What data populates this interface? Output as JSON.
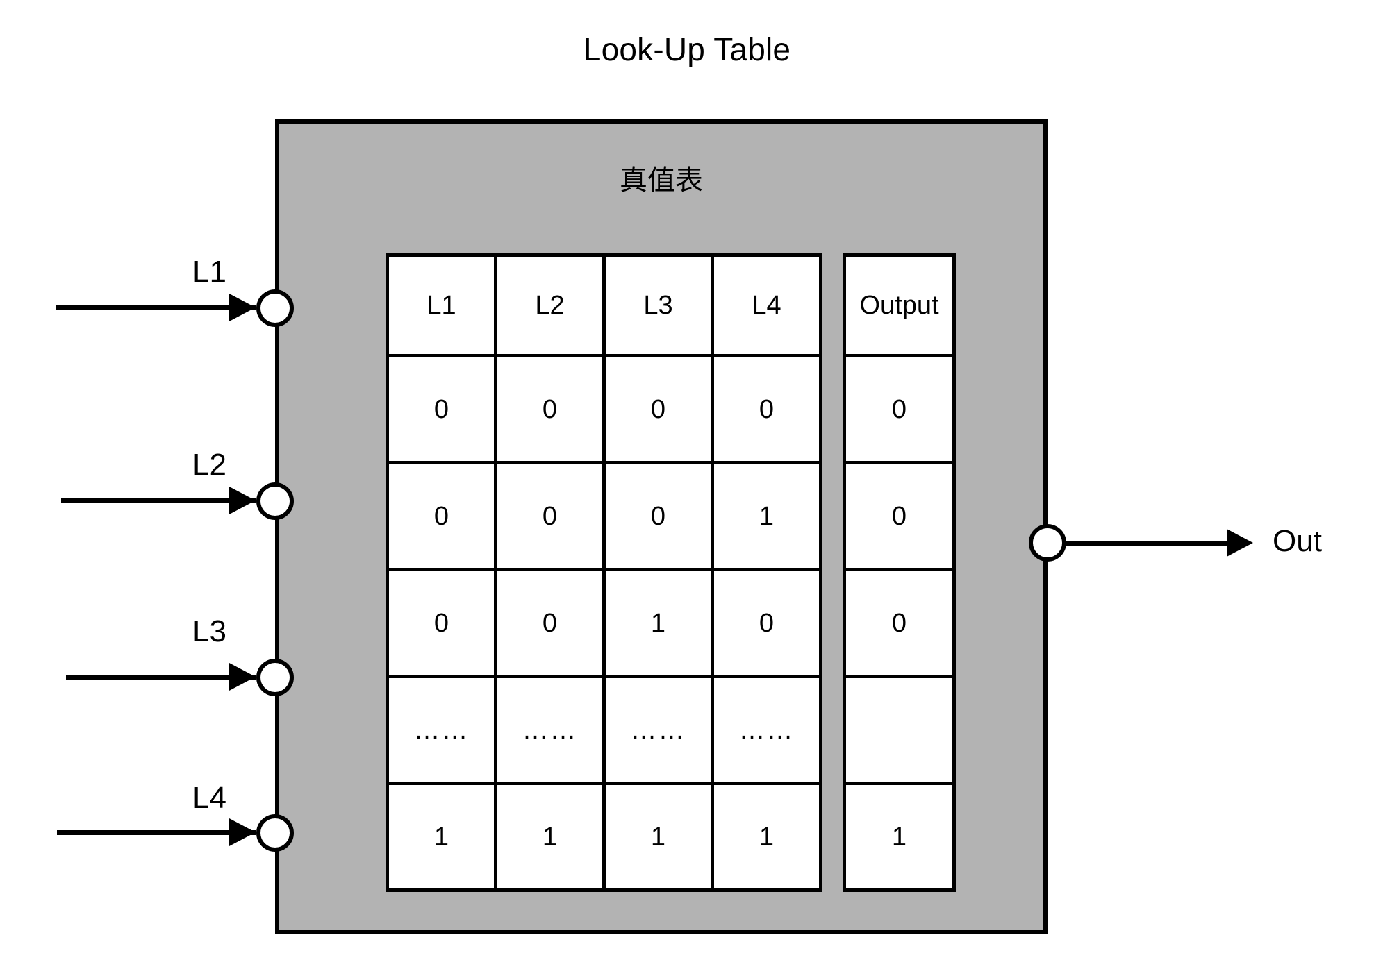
{
  "diagram": {
    "title": "Look-Up Table",
    "subtitle": "真值表",
    "box_fill": "#b3b3b3",
    "stroke": "#000000"
  },
  "inputs": [
    {
      "label": "L1",
      "port": "input-port-l1"
    },
    {
      "label": "L2",
      "port": "input-port-l2"
    },
    {
      "label": "L3",
      "port": "input-port-l3"
    },
    {
      "label": "L4",
      "port": "input-port-l4"
    }
  ],
  "output": {
    "label": "Out",
    "port": "output-port-out"
  },
  "chart_data": {
    "type": "table",
    "title": "真值表",
    "input_columns": [
      "L1",
      "L2",
      "L3",
      "L4"
    ],
    "output_column": "Output",
    "rows": [
      {
        "inputs": [
          "0",
          "0",
          "0",
          "0"
        ],
        "output": "0"
      },
      {
        "inputs": [
          "0",
          "0",
          "0",
          "1"
        ],
        "output": "0"
      },
      {
        "inputs": [
          "0",
          "0",
          "1",
          "0"
        ],
        "output": "0"
      },
      {
        "inputs": [
          "……",
          "……",
          "……",
          "……"
        ],
        "output": ""
      },
      {
        "inputs": [
          "1",
          "1",
          "1",
          "1"
        ],
        "output": "1"
      }
    ]
  },
  "truth_table": {
    "headers": [
      "L1",
      "L2",
      "L3",
      "L4"
    ],
    "output_header": "Output",
    "r0": {
      "c0": "0",
      "c1": "0",
      "c2": "0",
      "c3": "0",
      "out": "0"
    },
    "r1": {
      "c0": "0",
      "c1": "0",
      "c2": "0",
      "c3": "1",
      "out": "0"
    },
    "r2": {
      "c0": "0",
      "c1": "0",
      "c2": "1",
      "c3": "0",
      "out": "0"
    },
    "r3": {
      "c0": "……",
      "c1": "……",
      "c2": "……",
      "c3": "……",
      "out": ""
    },
    "r4": {
      "c0": "1",
      "c1": "1",
      "c2": "1",
      "c3": "1",
      "out": "1"
    }
  }
}
